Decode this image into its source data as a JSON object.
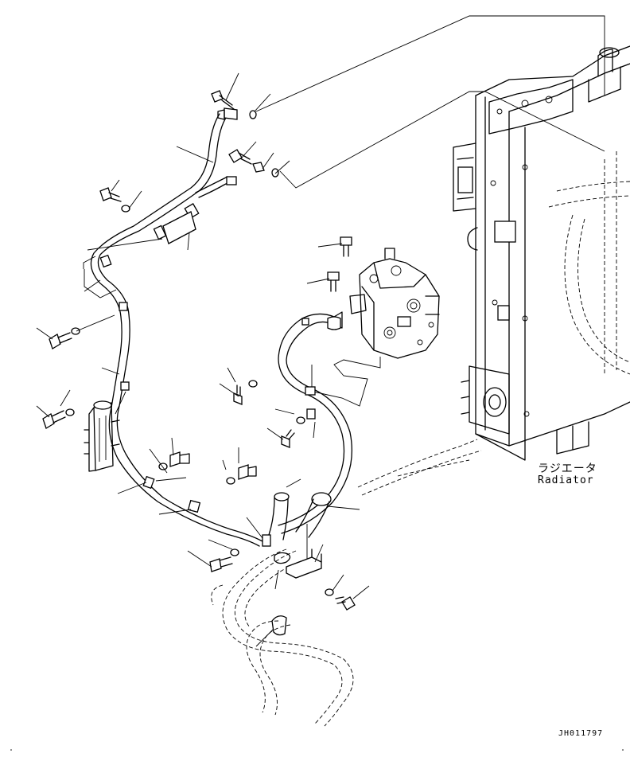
{
  "diagram": {
    "radiator_label_jp": "ラジエータ",
    "radiator_label_en": "Radiator",
    "drawing_id": "JH011797"
  },
  "icons": {
    "bolt": "bolt-icon",
    "washer": "washer-icon",
    "clamp": "clamp-icon",
    "oring": "o-ring-icon",
    "valve": "valve-icon",
    "radiator": "radiator-icon"
  }
}
